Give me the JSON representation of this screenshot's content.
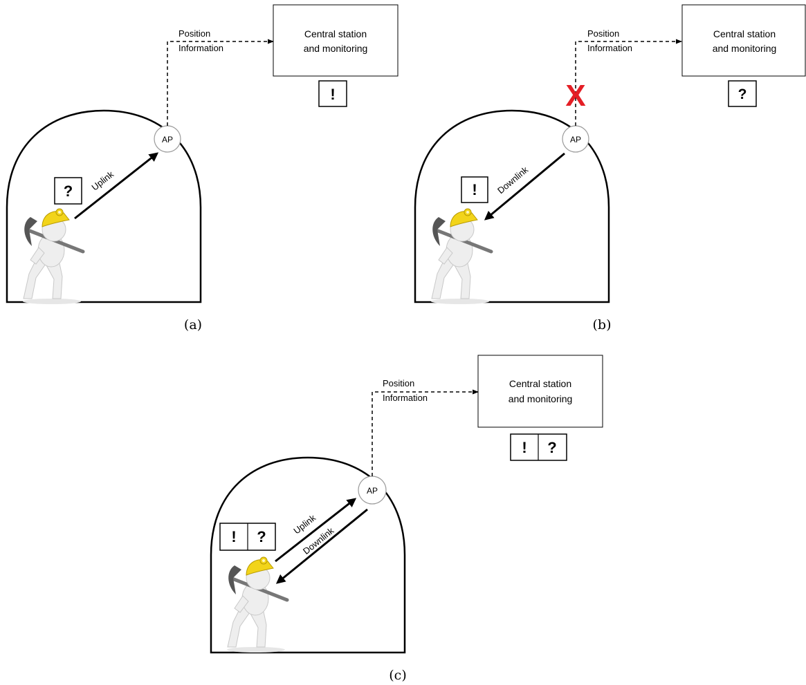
{
  "panels": [
    {
      "id": "a",
      "caption": "(a)",
      "ap_label": "AP",
      "station_label_line1": "Central station",
      "station_label_line2": "and monitoring",
      "info_label_line1": "Position",
      "info_label_line2": "Information",
      "station_symbols": [
        "!"
      ],
      "miner_symbols": [
        "?"
      ],
      "links": [
        {
          "label": "Uplink",
          "direction": "to-ap"
        }
      ],
      "link_blocked": false
    },
    {
      "id": "b",
      "caption": "(b)",
      "ap_label": "AP",
      "station_label_line1": "Central station",
      "station_label_line2": "and monitoring",
      "info_label_line1": "Position",
      "info_label_line2": "Information",
      "station_symbols": [
        "?"
      ],
      "miner_symbols": [
        "!"
      ],
      "links": [
        {
          "label": "Downlink",
          "direction": "to-miner"
        }
      ],
      "link_blocked": true,
      "blocked_mark": "X"
    },
    {
      "id": "c",
      "caption": "(c)",
      "ap_label": "AP",
      "station_label_line1": "Central station",
      "station_label_line2": "and monitoring",
      "info_label_line1": "Position",
      "info_label_line2": "Information",
      "station_symbols": [
        "!",
        "?"
      ],
      "miner_symbols": [
        "!",
        "?"
      ],
      "links": [
        {
          "label": "Uplink",
          "direction": "to-ap"
        },
        {
          "label": "Downlink",
          "direction": "to-miner"
        }
      ],
      "link_blocked": false
    }
  ],
  "colors": {
    "line": "#000000",
    "blocked_mark": "#e41e25",
    "helmet": "#f2d41a",
    "figure": "#eeeeee",
    "figure_shade": "#c8c8c8"
  }
}
